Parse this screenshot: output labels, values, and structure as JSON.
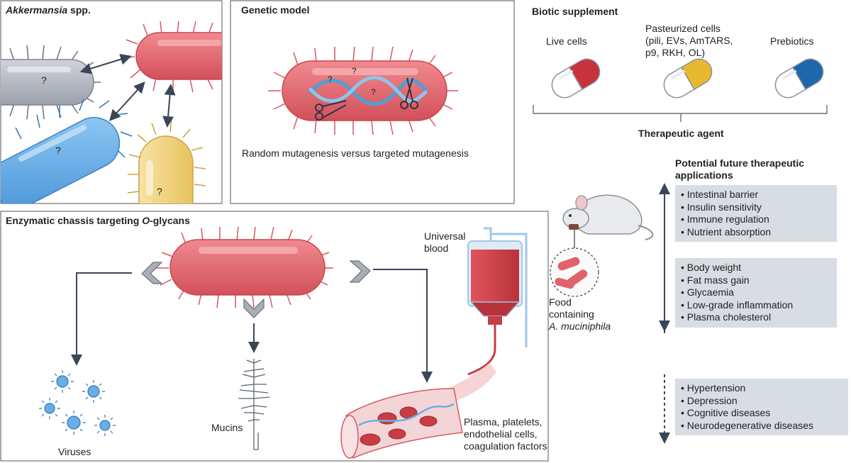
{
  "panels": {
    "akkermansia": {
      "title_italic": "Akkermansia",
      "title_rest": " spp.",
      "unknown_mark": "?"
    },
    "genetic_model": {
      "title": "Genetic model",
      "caption": "Random mutagenesis versus targeted mutagenesis",
      "unknown_mark": "?"
    },
    "biotic_supplement": {
      "title": "Biotic supplement",
      "capsules": [
        {
          "label": "Live cells",
          "color": "#c8323c"
        },
        {
          "label_line1": "Pasteurized cells",
          "label_line2": "(pili, EVs, AmTARS,",
          "label_line3": "p9, RKH, OL)",
          "color": "#e8b830"
        },
        {
          "label": "Prebiotics",
          "color": "#1d67ad"
        }
      ],
      "agent_label": "Therapeutic agent"
    },
    "enzymatic": {
      "title_part1": "Enzymatic chassis targeting ",
      "title_italic": "O",
      "title_part2": "-glycans",
      "viruses_label": "Viruses",
      "mucins_label": "Mucins",
      "blood_label_line1": "Universal",
      "blood_label_line2": "blood",
      "plasma_line1": "Plasma,  platelets,",
      "plasma_line2": "endothelial cells,",
      "plasma_line3": "coagulation factors"
    },
    "future": {
      "title_line1": "Potential future therapeutic",
      "title_line2": "applications",
      "food_line1": "Food",
      "food_line2": "containing",
      "food_line3": "A. muciniphila",
      "increase_items": [
        "Intestinal barrier",
        "Insulin sensitivity",
        "Immune regulation",
        "Nutrient absorption"
      ],
      "decrease_items": [
        "Body weight",
        "Fat mass gain",
        "Glycaemia",
        "Low-grade inflammation",
        "Plasma cholesterol"
      ],
      "potential_items": [
        "Hypertension",
        "Depression",
        "Cognitive diseases",
        "Neurodegenerative diseases"
      ]
    }
  },
  "colors": {
    "bacterium_red": "#e0626a",
    "bacterium_blue": "#5ea8e6",
    "bacterium_grey": "#a9adb6",
    "bacterium_yellow": "#f0d27a",
    "arrow": "#3a4658",
    "list_bg": "#d8dde3",
    "dna": "#4f9fd6"
  }
}
